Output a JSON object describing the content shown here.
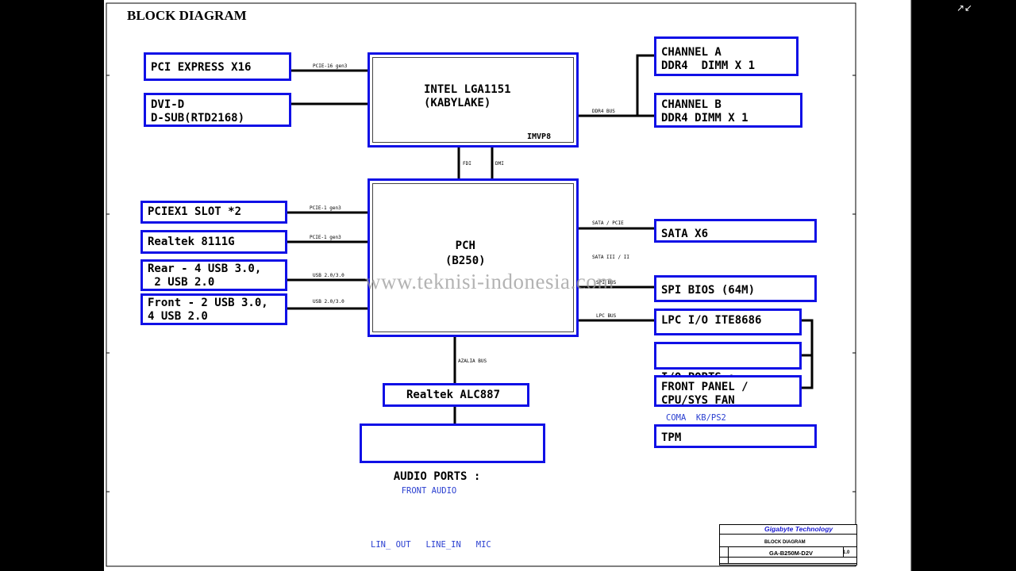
{
  "title": "BLOCK DIAGRAM",
  "watermark": "www.teknisi-indonesia.com",
  "colors": {
    "box_border": "#1010e6",
    "sub_text": "#2a3fd0",
    "background": "#000000",
    "sheet": "#ffffff"
  },
  "toolbar": {
    "close_icon": "expand-icon"
  },
  "blocks": {
    "pcie16": "PCI EXPRESS X16",
    "dvi": "DVI-D\nD-SUB(RTD2168)",
    "cpu": "INTEL LGA1151\n(KABYLAKE)",
    "cpu_vr": "IMVP8",
    "ch_a": "CHANNEL A\nDDR4  DIMM X 1",
    "ch_b": "CHANNEL B\nDDR4 DIMM X 1",
    "pciex1": "PCIEX1 SLOT *2",
    "realtek_lan": "Realtek 8111G",
    "rear_usb": "Rear - 4 USB 3.0,\n 2 USB 2.0",
    "front_usb": "Front - 2 USB 3.0,\n4 USB 2.0",
    "pch": "PCH\n(B250)",
    "sata": "SATA X6",
    "spi": "SPI BIOS (64M)",
    "lpc": "LPC I/O ITE8686",
    "io_ports": "I/O PORTS :",
    "io_ports_sub": "COMA  KB/PS2",
    "front_panel": "FRONT PANEL /\nCPU/SYS FAN",
    "tpm": "TPM",
    "audio_codec": "Realtek ALC887",
    "audio_ports": "AUDIO PORTS :",
    "audio_ports_sub1": "FRONT AUDIO",
    "audio_ports_sub2": "LIN_ OUT   LINE_IN   MIC"
  },
  "bus_labels": {
    "pcie16": "PCIE-16 gen3",
    "ddr4": "DDR4 BUS",
    "fdi": "FDI",
    "dmi": "DMI",
    "pcie1a": "PCIE-1 gen3",
    "pcie1b": "PCIE-1 gen3",
    "usb_a": "USB 2.0/3.0",
    "usb_b": "USB 2.0/3.0",
    "sata_pcie": "SATA / PCIE",
    "sata_ver": "SATA III / II",
    "spi": "SPI BUS",
    "lpc": "LPC BUS",
    "azalia": "AZALIA BUS"
  },
  "title_block": {
    "company": "Gigabyte Technology",
    "sheet_title": "BLOCK DIAGRAM",
    "model": "GA-B250M-D2V",
    "rev": "1.0"
  }
}
